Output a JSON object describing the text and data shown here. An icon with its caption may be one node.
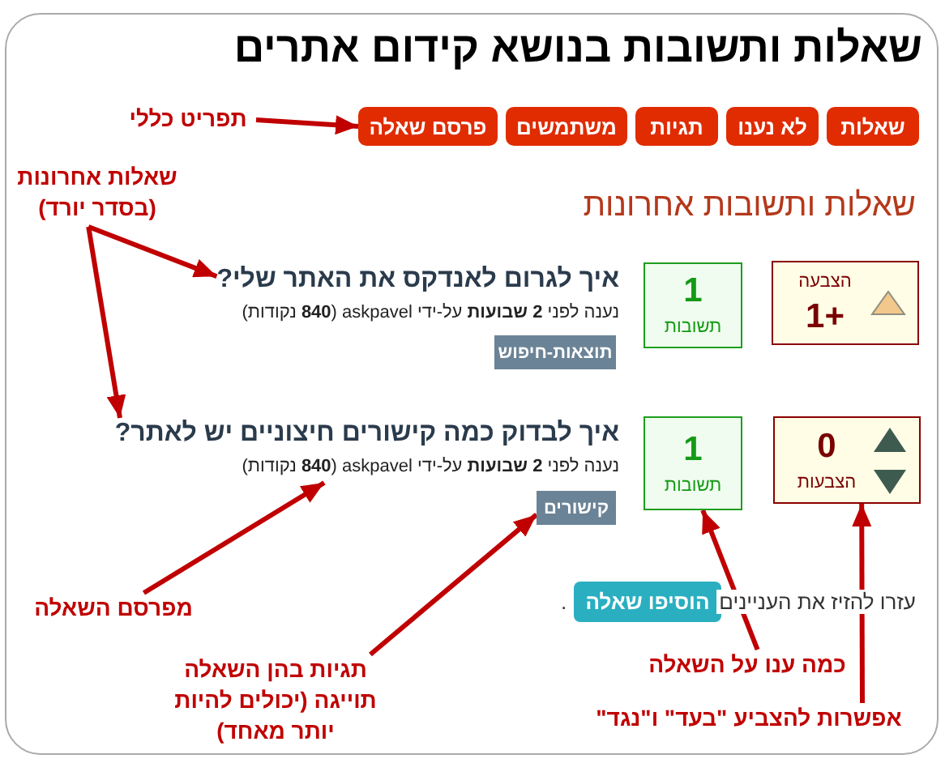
{
  "diagram": {
    "title": "שאלות ותשובות בנושא קידום אתרים",
    "nodes": [
      {
        "text": [
          "תפריט כללי"
        ]
      },
      {
        "text": [
          "שאלות"
        ]
      },
      {
        "text": [
          "לא נענו"
        ]
      },
      {
        "text": [
          "תגיות"
        ]
      },
      {
        "text": [
          "משתמשים"
        ]
      },
      {
        "text": [
          "פרסם שאלה"
        ]
      },
      {
        "text": [
          "שאלות אחרונות (בסדר יורד)"
        ]
      },
      {
        "text": [
          "הצבעה",
          "1+"
        ]
      },
      {
        "text": [
          "1",
          "תשובות"
        ]
      },
      {
        "text": [
          "איך לגרום לאנדקס את האתר שלי?",
          "נענה לפני **2 שבועות** על-ידי askpavel (**840** נקודות)"
        ]
      },
      {
        "text": [
          "תוצאות-חיפוש"
        ]
      },
      {
        "text": [
          "0",
          "הצבעות"
        ]
      },
      {
        "text": [
          "1",
          "תשובות"
        ]
      },
      {
        "text": [
          "איך לבדוק כמה קישורים חיצוניים יש לאתר?",
          "נענה לפני **2 שבועות** על-ידי askpavel (**840** נקודות)"
        ]
      },
      {
        "text": [
          "קישורים"
        ]
      },
      {
        "text": [
          "הוסיפו שאלה"
        ],
        "beside": [
          "."
        ]
      },
      {
        "text": [
          "מפרסם השאלה"
        ]
      },
      {
        "text": [
          "תגיות בהן השאלה תוייגה (יכולים להיות יותר מאחד)"
        ]
      },
      {
        "text": [
          "כמה ענו על השאלה"
        ]
      },
      {
        "text": [
          "אפשרות להצביע \"בעד\" ו\"נגד\""
        ]
      }
    ],
    "edges": [
      {
        "from": 0,
        "to": 5,
        "arrow": "to"
      },
      {
        "from": 6,
        "to": 9,
        "arrow": "to"
      },
      {
        "from": 6,
        "to": 13,
        "arrow": "to"
      },
      {
        "from": 16,
        "to": 13,
        "arrow": "to"
      },
      {
        "from": 17,
        "to": 14,
        "arrow": "to"
      },
      {
        "from": 18,
        "to": 12,
        "arrow": "to"
      },
      {
        "from": 19,
        "to": 11,
        "arrow": "to"
      }
    ],
    "labels": [
      "שאלות ותשובות אחרונות",
      "עזרו להזיז את העניינים"
    ]
  }
}
